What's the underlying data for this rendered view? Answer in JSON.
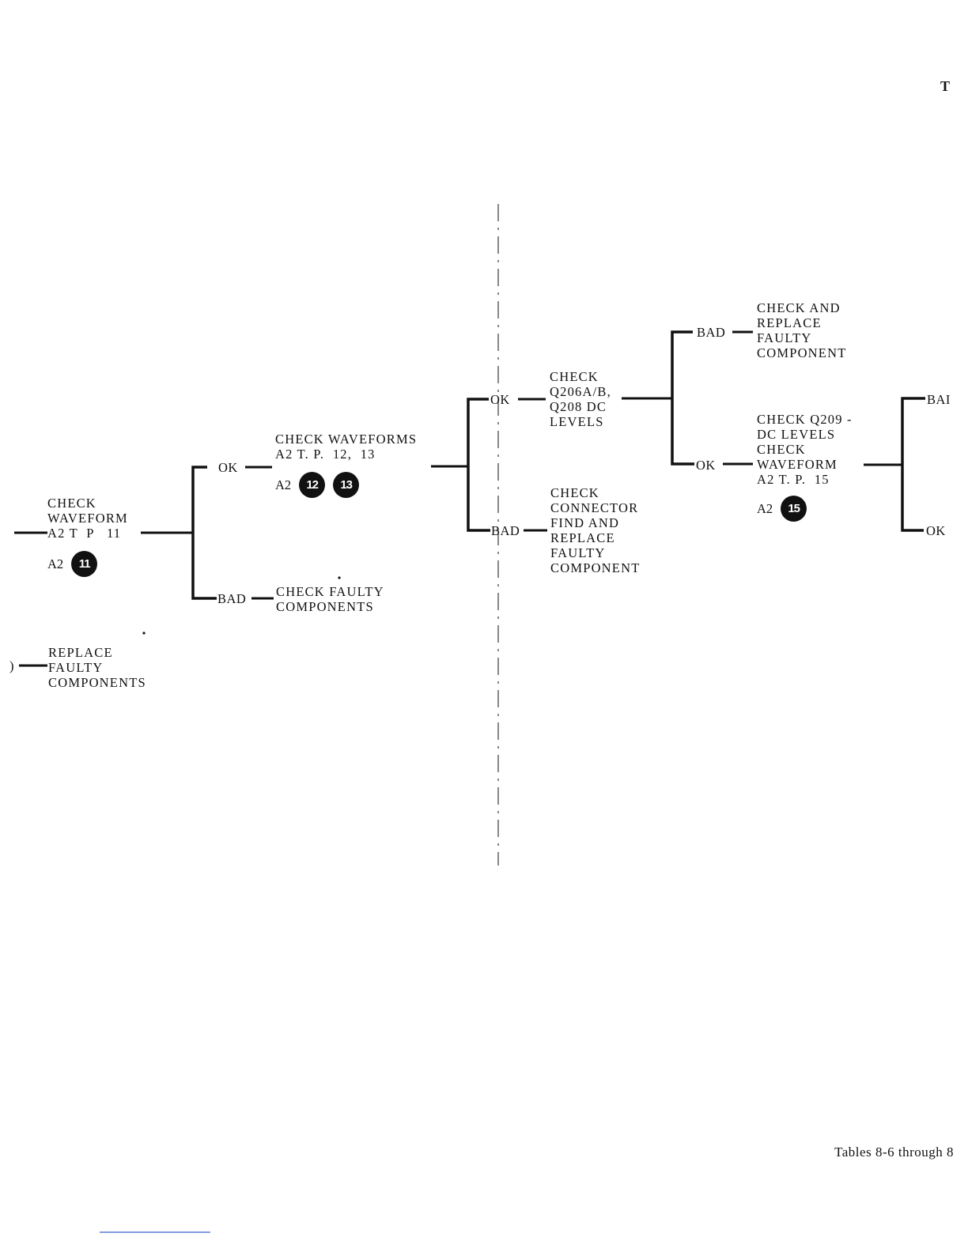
{
  "corner_mark": "T",
  "nodes": {
    "check_tp11": "CHECK\nWAVEFORM\nA2 T  P   11",
    "check_tp12_13": "CHECK WAVEFORMS\nA2 T. P.  12,  13",
    "check_faulty": "CHECK FAULTY\nCOMPONENTS",
    "replace_faulty": "REPLACE\nFAULTY\nCOMPONENTS",
    "check_q206": "CHECK\nQ206A/B,\nQ208 DC\nLEVELS",
    "check_connector": "CHECK\nCONNECTOR\nFIND AND\nREPLACE\nFAULTY\nCOMPONENT",
    "check_replace": "CHECK AND\nREPLACE\nFAULTY\nCOMPONENT",
    "check_q209": "CHECK Q209 -\nDC LEVELS\nCHECK\nWAVEFORM\nA2 T. P.  15"
  },
  "refs": {
    "tp11": {
      "board": "A2",
      "points": [
        "11"
      ]
    },
    "tp12_13": {
      "board": "A2",
      "points": [
        "12",
        "13"
      ]
    },
    "tp15": {
      "board": "A2",
      "points": [
        "15"
      ]
    }
  },
  "labels": {
    "ok1": "OK",
    "bad1": "BAD",
    "ok2": "OK",
    "bad2": "BAD",
    "bad3": "BAD",
    "ok3": "OK",
    "bad_edge": "BAI",
    "ok_edge": "OK",
    "left_edge_mark": ")"
  },
  "footer": "Tables 8-6 through 8"
}
